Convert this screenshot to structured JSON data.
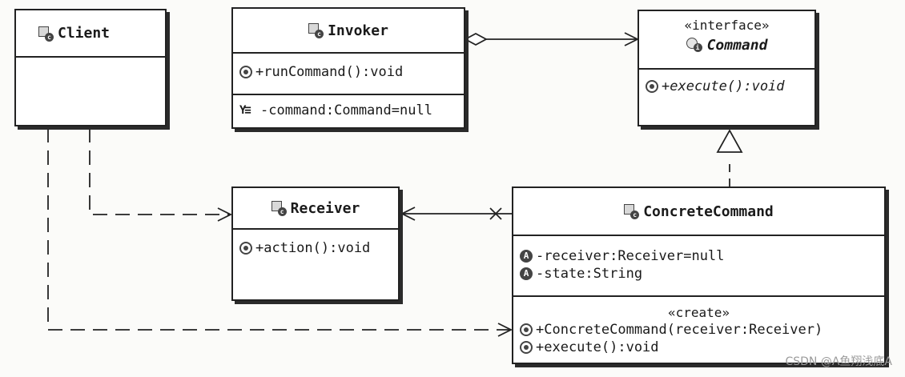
{
  "client": {
    "name": "Client",
    "icon": "class-icon"
  },
  "invoker": {
    "name": "Invoker",
    "operation": "+runCommand():void",
    "attribute": "-command:Command=null"
  },
  "command": {
    "stereotype": "«interface»",
    "name": "Command",
    "operation": "+execute():void"
  },
  "receiver": {
    "name": "Receiver",
    "operation": "+action():void"
  },
  "concrete": {
    "name": "ConcreteCommand",
    "attributes": [
      "-receiver:Receiver=null",
      "-state:String"
    ],
    "create_stereotype": "«create»",
    "operations": [
      "+ConcreteCommand(receiver:Receiver)",
      "+execute():void"
    ]
  },
  "watermark": "CSDN @A鱼翔浅底A"
}
